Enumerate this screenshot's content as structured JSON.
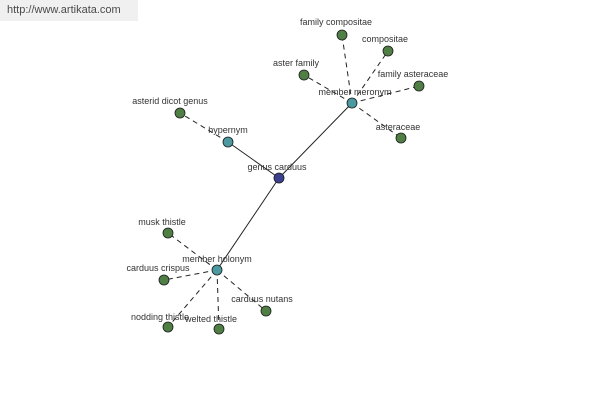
{
  "site": {
    "url": "http://www.artikata.com"
  },
  "graph": {
    "colors": {
      "root": "#3a3f8f",
      "relation": "#4a9aa0",
      "leaf": "#4f7f45",
      "edge": "#222222",
      "banner_bg": "#f0f0f0"
    },
    "root": {
      "label": "genus carduus"
    },
    "relations": [
      {
        "id": "hypernym",
        "label": "hypernym",
        "leaves": [
          {
            "label": "asterid dicot genus"
          }
        ]
      },
      {
        "id": "member-meronym",
        "label": "member meronym",
        "leaves": [
          {
            "label": "family compositae"
          },
          {
            "label": "compositae"
          },
          {
            "label": "aster family"
          },
          {
            "label": "family asteraceae"
          },
          {
            "label": "asteraceae"
          }
        ]
      },
      {
        "id": "member-holonym",
        "label": "member holonym",
        "leaves": [
          {
            "label": "musk thistle"
          },
          {
            "label": "carduus crispus"
          },
          {
            "label": "carduus nutans"
          },
          {
            "label": "nodding thistle"
          },
          {
            "label": "welted thistle"
          }
        ]
      }
    ]
  }
}
